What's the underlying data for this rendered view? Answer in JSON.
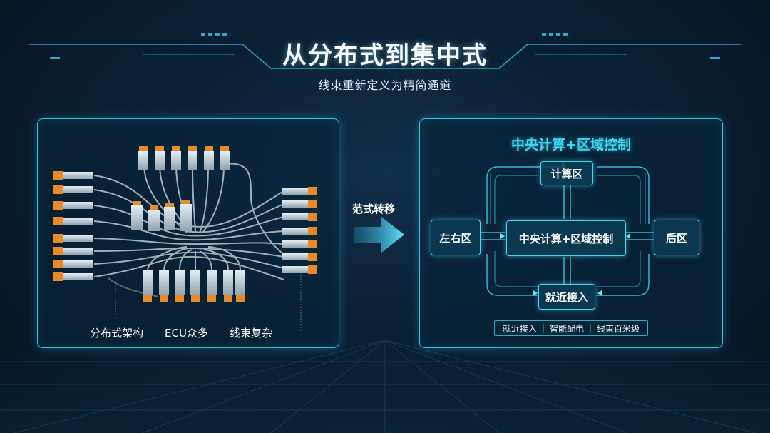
{
  "header": {
    "title": "从分布式到集中式",
    "subtitle": "线束重新定义为精简通道"
  },
  "left_panel": {
    "captions": [
      "分布式架构",
      "ECU众多",
      "线束复杂"
    ]
  },
  "transition": {
    "label": "范式转移"
  },
  "right_panel": {
    "title": "中央计算+区域控制",
    "zones": {
      "top": "计算区",
      "left": "左右区",
      "center": "中央计算+区域控制",
      "right": "后区",
      "bottom": "就近接入"
    },
    "features": [
      "就近接入",
      "智能配电",
      "线束百米级"
    ]
  },
  "colors": {
    "accent": "#35c4e6",
    "connector_orange": "#e8892a",
    "background": "#0b1f33"
  }
}
